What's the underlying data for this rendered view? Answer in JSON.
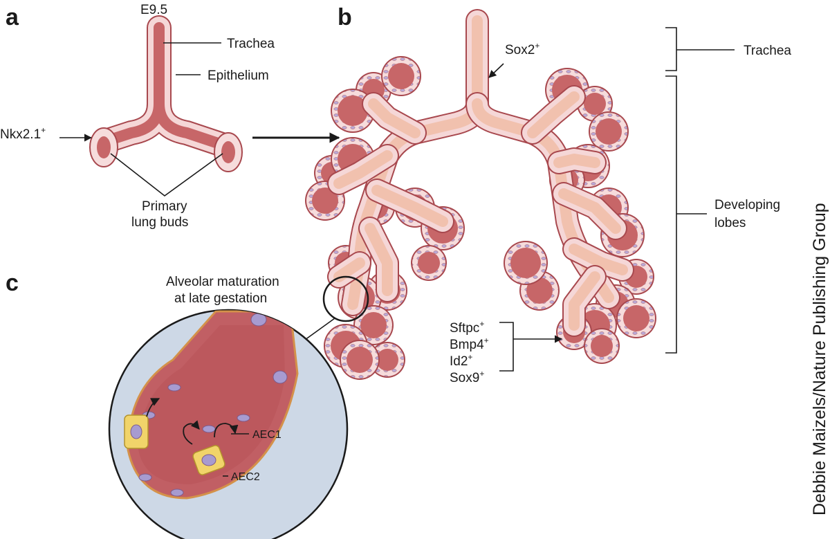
{
  "panels": {
    "a": {
      "letter": "a",
      "stage": "E9.5",
      "labels": {
        "trachea": "Trachea",
        "epithelium": "Epithelium",
        "nkx": "Nkx2.1",
        "nkx_sup": "+",
        "buds_line1": "Primary",
        "buds_line2": "lung buds"
      }
    },
    "b": {
      "letter": "b",
      "labels": {
        "sox2": "Sox2",
        "sox2_sup": "+",
        "trachea": "Trachea",
        "lobes_line1": "Developing",
        "lobes_line2": "lobes",
        "markers": [
          {
            "name": "Sftpc",
            "sup": "+"
          },
          {
            "name": "Bmp4",
            "sup": "+"
          },
          {
            "name": "Id2",
            "sup": "+"
          },
          {
            "name": "Sox9",
            "sup": "+"
          }
        ]
      }
    },
    "c": {
      "letter": "c",
      "title_line1": "Alveolar maturation",
      "title_line2": "at late gestation",
      "labels": {
        "aec1": "AEC1",
        "aec2": "AEC2"
      }
    }
  },
  "credit": "Debbie Maizels/Nature Publishing Group",
  "colors": {
    "lumen_dark": "#c76668",
    "lumen_light": "#f1c1ae",
    "epithelium": "#f5d7d7",
    "edge": "#a8484e",
    "cell_nucleus": "#a79bd0",
    "aec2_cell": "#f1d46a",
    "alveolus_background": "#cdd8e6"
  }
}
